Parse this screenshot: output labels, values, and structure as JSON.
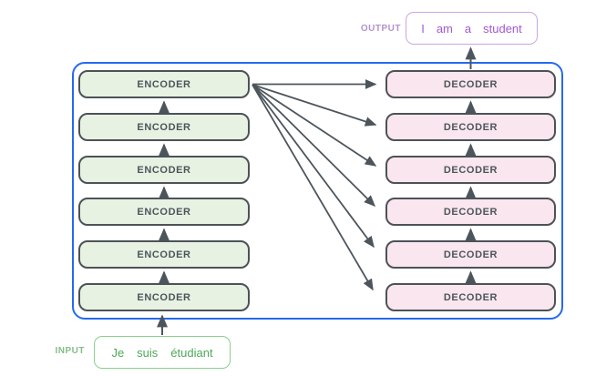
{
  "diagram": {
    "kind": "transformer-encoder-decoder-stack"
  },
  "stacks": {
    "encoders": [
      "ENCODER",
      "ENCODER",
      "ENCODER",
      "ENCODER",
      "ENCODER",
      "ENCODER"
    ],
    "decoders": [
      "DECODER",
      "DECODER",
      "DECODER",
      "DECODER",
      "DECODER",
      "DECODER"
    ]
  },
  "output": {
    "label": "OUTPUT",
    "tokens": [
      "I",
      "am",
      "a",
      "student"
    ]
  },
  "input": {
    "label": "INPUT",
    "tokens": [
      "Je",
      "suis",
      "étudiant"
    ]
  },
  "colors": {
    "container_border": "#2569f0",
    "encoder_fill": "#e8f2e3",
    "decoder_fill": "#fae6ee",
    "block_border": "#4d5257",
    "block_text": "#4d555c",
    "arrow": "#4d555c",
    "output_label": "#b293cf",
    "output_border": "#c9a6e4",
    "output_text": "#a158d4",
    "input_label": "#85bd88",
    "input_border": "#88d08f",
    "input_text": "#4aab56"
  }
}
